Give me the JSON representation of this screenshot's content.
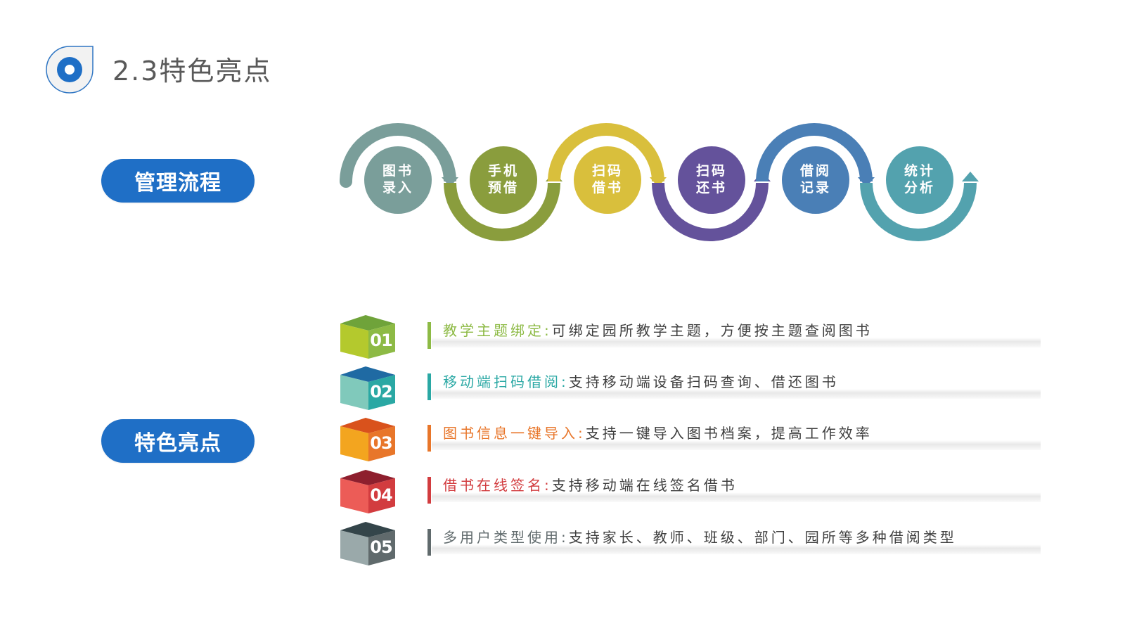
{
  "header": {
    "title": "2.3特色亮点",
    "logo_icon": "target-drop-icon"
  },
  "labels": {
    "flow": "管理流程",
    "features": "特色亮点"
  },
  "process": {
    "steps": [
      {
        "line1": "图书",
        "line2": "录入",
        "color": "#7a9e9a"
      },
      {
        "line1": "手机",
        "line2": "预借",
        "color": "#8a9d3d"
      },
      {
        "line1": "扫码",
        "line2": "借书",
        "color": "#d9bf3c"
      },
      {
        "line1": "扫码",
        "line2": "还书",
        "color": "#64529b"
      },
      {
        "line1": "借阅",
        "line2": "记录",
        "color": "#4a7fb6"
      },
      {
        "line1": "统计",
        "line2": "分析",
        "color": "#53a2ae"
      }
    ]
  },
  "features": {
    "items": [
      {
        "num": "01",
        "title": "教学主题绑定",
        "sep": ":",
        "desc": "可绑定园所教学主题，方便按主题查阅图书",
        "color": "#8dba45"
      },
      {
        "num": "02",
        "title": "移动端扫码借阅",
        "sep": ":",
        "desc": "支持移动端设备扫码查询、借还图书",
        "color": "#2aa8a4"
      },
      {
        "num": "03",
        "title": "图书信息一键导入",
        "sep": ":",
        "desc": "支持一键导入图书档案，提高工作效率",
        "color": "#e8762a"
      },
      {
        "num": "04",
        "title": "借书在线签名",
        "sep": ":",
        "desc": "支持移动端在线签名借书",
        "color": "#d23c3f"
      },
      {
        "num": "05",
        "title": "多用户类型使用",
        "sep": ":",
        "desc": "支持家长、教师、班级、部门、园所等多种借阅类型",
        "color": "#606a6c"
      }
    ]
  }
}
